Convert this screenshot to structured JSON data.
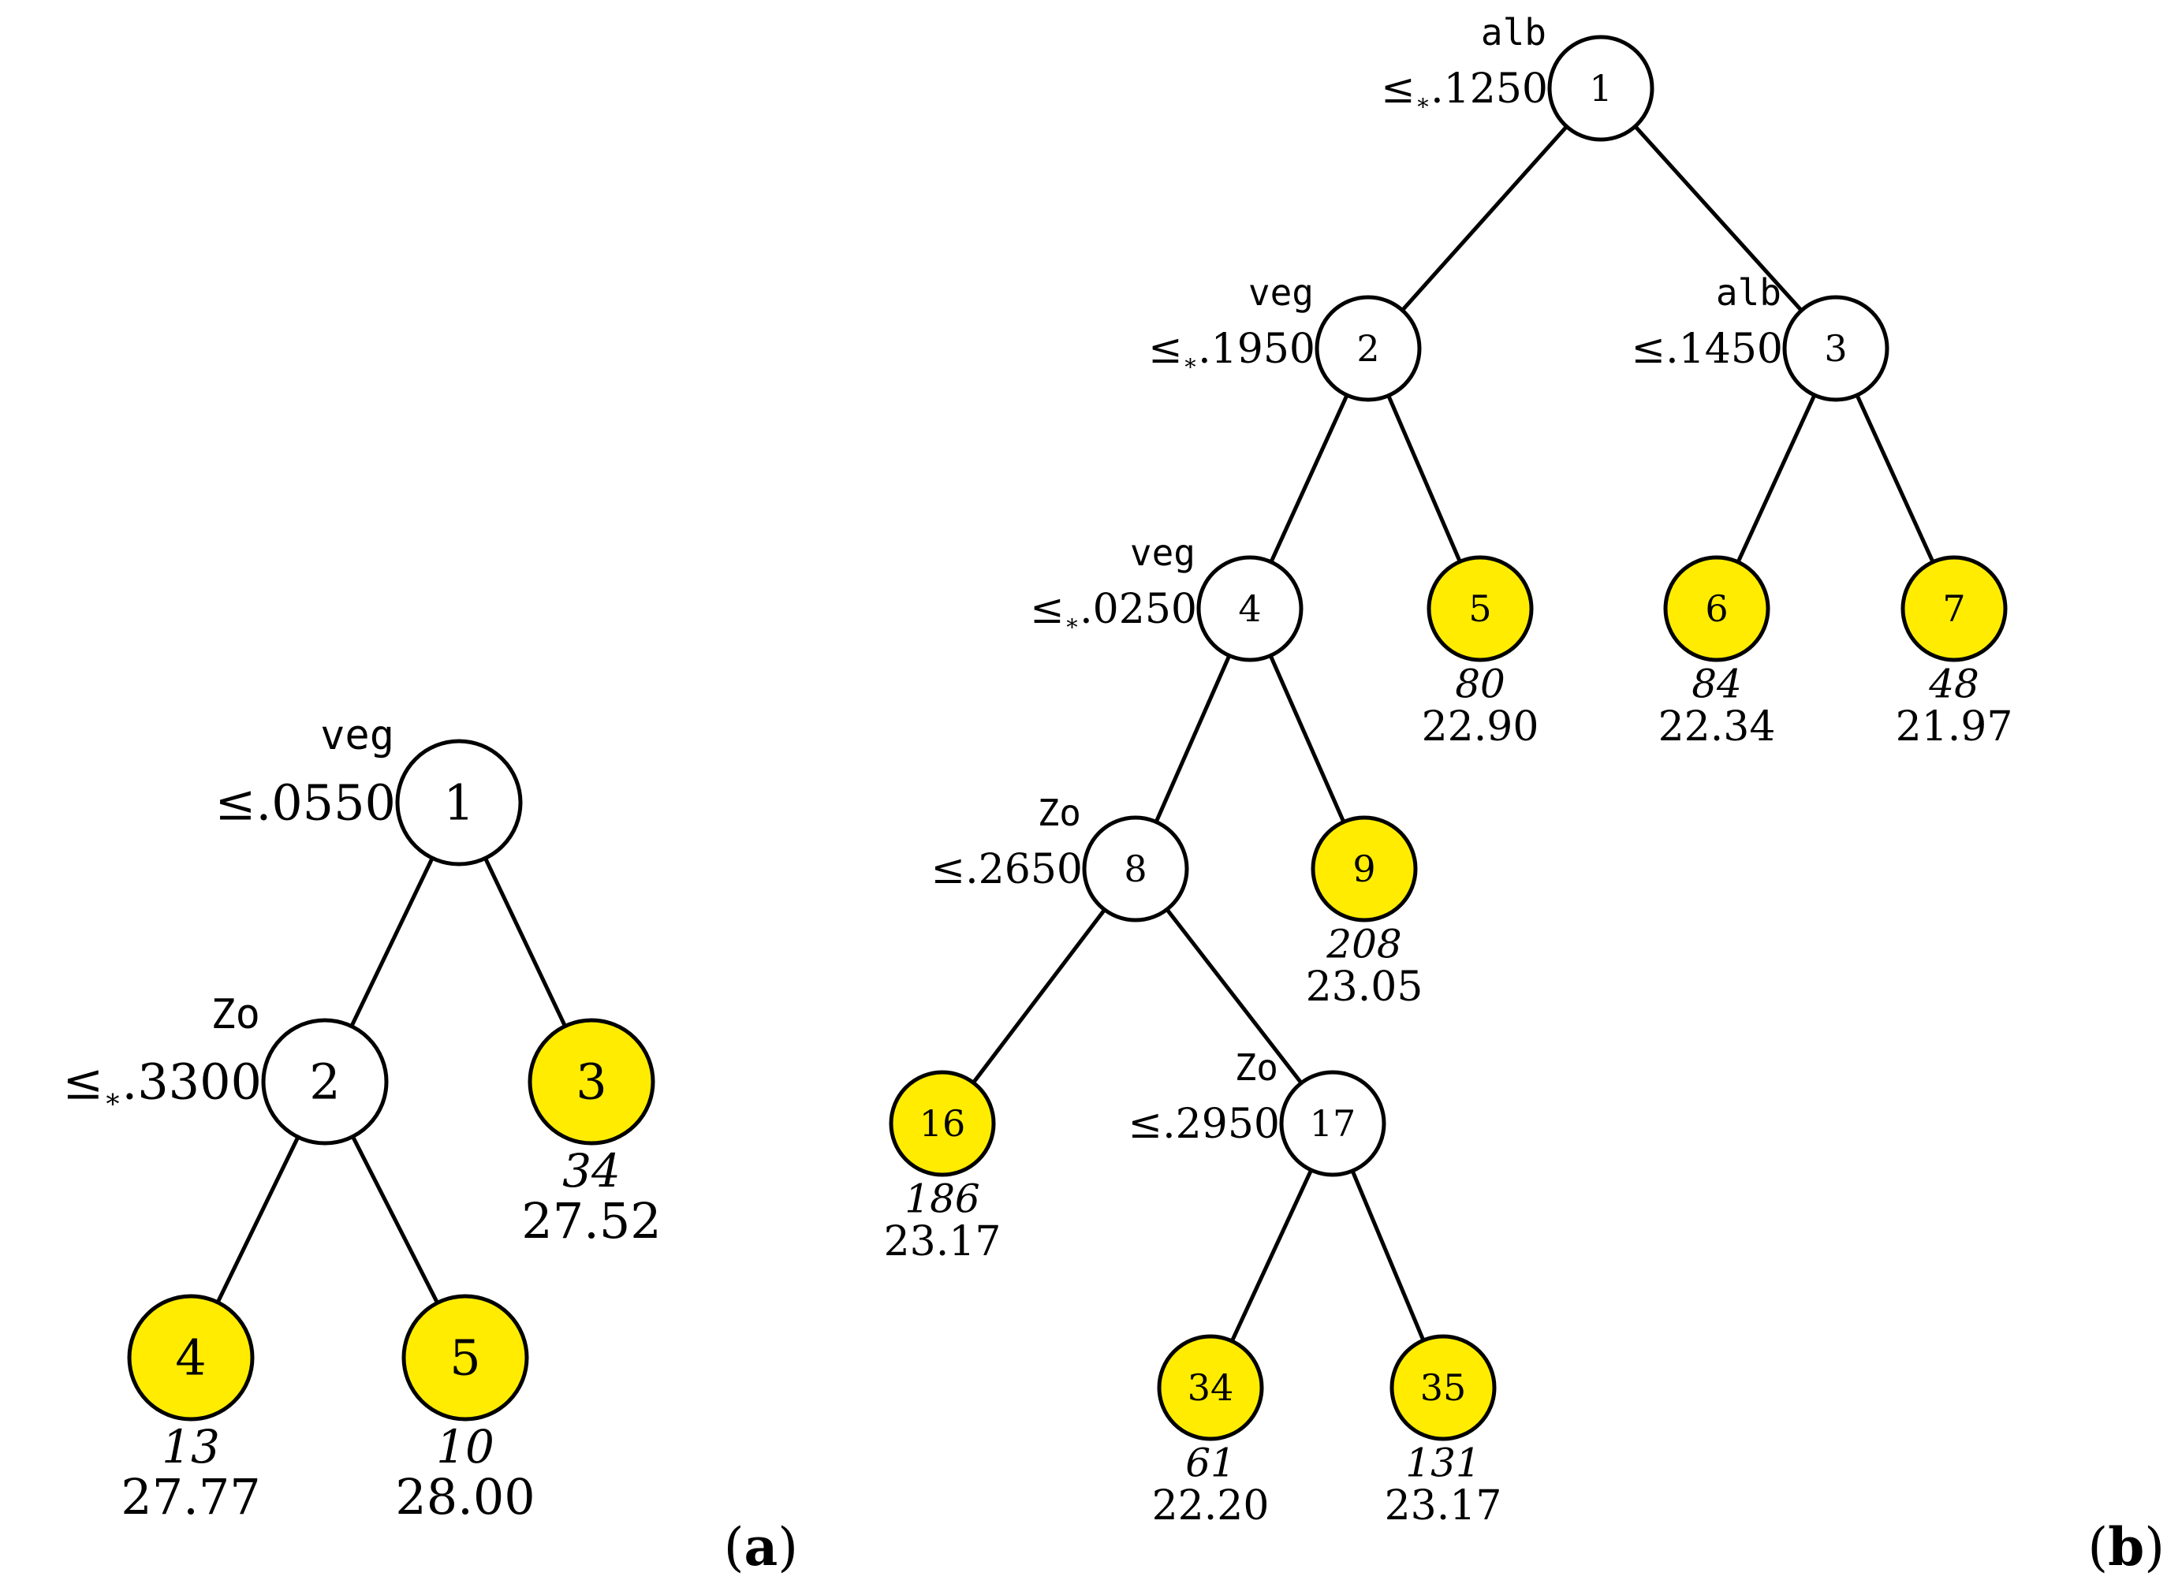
{
  "colors": {
    "leaf_fill": "#FFEC00",
    "internal_fill": "#FFFFFF",
    "stroke": "#000000"
  },
  "trees": [
    {
      "panel_open": "(",
      "panel_letter": "a",
      "panel_close": ")",
      "nodes": [
        {
          "id": "1",
          "leaf": false,
          "var": "veg",
          "split_prefix": "≤",
          "split_star": false,
          "split_value": ".0550"
        },
        {
          "id": "2",
          "leaf": false,
          "var": "Zo",
          "split_prefix": "≤",
          "split_star": true,
          "split_value": ".3300"
        },
        {
          "id": "3",
          "leaf": true,
          "count": "34",
          "mean": "27.52"
        },
        {
          "id": "4",
          "leaf": true,
          "count": "13",
          "mean": "27.77"
        },
        {
          "id": "5",
          "leaf": true,
          "count": "10",
          "mean": "28.00"
        }
      ],
      "edges": [
        [
          "1",
          "2"
        ],
        [
          "1",
          "3"
        ],
        [
          "2",
          "4"
        ],
        [
          "2",
          "5"
        ]
      ]
    },
    {
      "panel_open": "(",
      "panel_letter": "b",
      "panel_close": ")",
      "nodes": [
        {
          "id": "1",
          "leaf": false,
          "var": "alb",
          "split_prefix": "≤",
          "split_star": true,
          "split_value": ".1250"
        },
        {
          "id": "2",
          "leaf": false,
          "var": "veg",
          "split_prefix": "≤",
          "split_star": true,
          "split_value": ".1950"
        },
        {
          "id": "3",
          "leaf": false,
          "var": "alb",
          "split_prefix": "≤",
          "split_star": false,
          "split_value": ".1450"
        },
        {
          "id": "4",
          "leaf": false,
          "var": "veg",
          "split_prefix": "≤",
          "split_star": true,
          "split_value": ".0250"
        },
        {
          "id": "5",
          "leaf": true,
          "count": "80",
          "mean": "22.90"
        },
        {
          "id": "6",
          "leaf": true,
          "count": "84",
          "mean": "22.34"
        },
        {
          "id": "7",
          "leaf": true,
          "count": "48",
          "mean": "21.97"
        },
        {
          "id": "8",
          "leaf": false,
          "var": "Zo",
          "split_prefix": "≤",
          "split_star": false,
          "split_value": ".2650"
        },
        {
          "id": "9",
          "leaf": true,
          "count": "208",
          "mean": "23.05"
        },
        {
          "id": "16",
          "leaf": true,
          "count": "186",
          "mean": "23.17"
        },
        {
          "id": "17",
          "leaf": false,
          "var": "Zo",
          "split_prefix": "≤",
          "split_star": false,
          "split_value": ".2950"
        },
        {
          "id": "34",
          "leaf": true,
          "count": "61",
          "mean": "22.20"
        },
        {
          "id": "35",
          "leaf": true,
          "count": "131",
          "mean": "23.17"
        }
      ],
      "edges": [
        [
          "1",
          "2"
        ],
        [
          "1",
          "3"
        ],
        [
          "2",
          "4"
        ],
        [
          "2",
          "5"
        ],
        [
          "3",
          "6"
        ],
        [
          "3",
          "7"
        ],
        [
          "4",
          "8"
        ],
        [
          "4",
          "9"
        ],
        [
          "8",
          "16"
        ],
        [
          "8",
          "17"
        ],
        [
          "17",
          "34"
        ],
        [
          "17",
          "35"
        ]
      ]
    }
  ]
}
